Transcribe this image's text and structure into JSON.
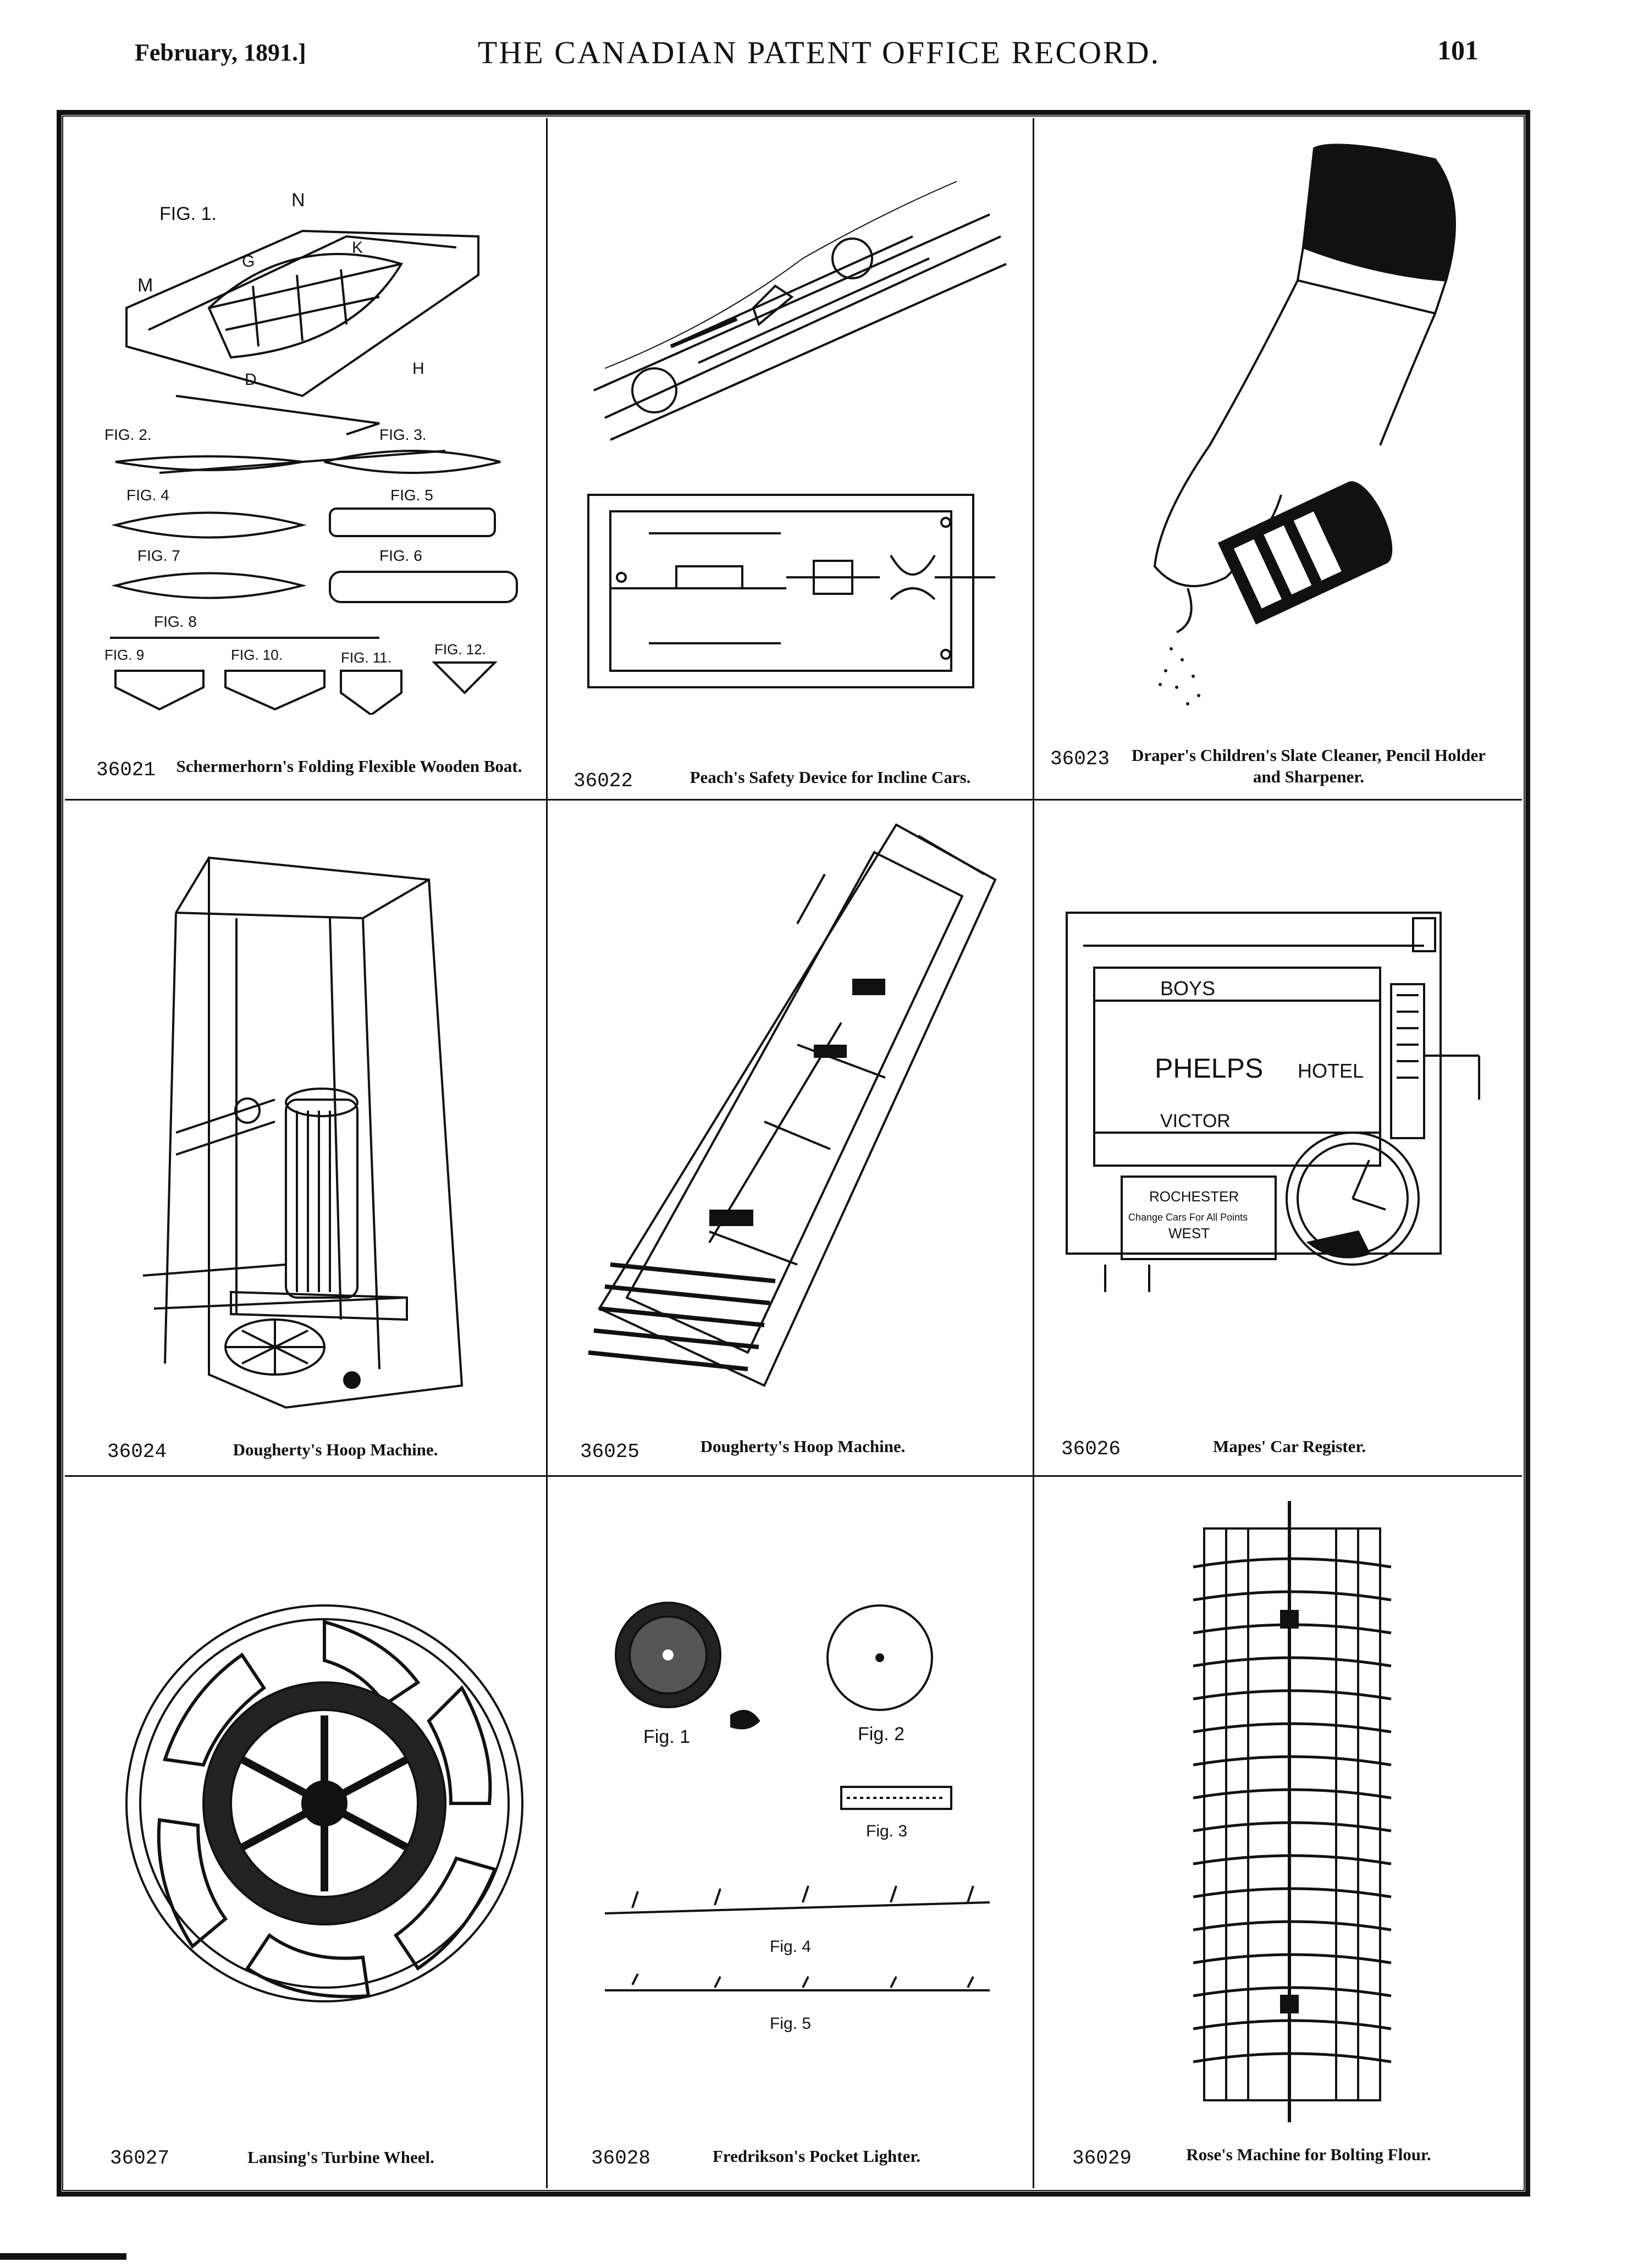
{
  "header": {
    "date": "February, 1891.]",
    "title": "THE CANADIAN PATENT OFFICE RECORD.",
    "page_number": "101"
  },
  "patents": [
    {
      "number": "36021",
      "caption": "Schermerhorn's Folding Flexible Wooden Boat."
    },
    {
      "number": "36022",
      "caption": "Peach's Safety Device for Incline Cars."
    },
    {
      "number": "36023",
      "caption": "Draper's Children's Slate Cleaner, Pencil Holder and Sharpener."
    },
    {
      "number": "36024",
      "caption": "Dougherty's Hoop Machine."
    },
    {
      "number": "36025",
      "caption": "Dougherty's Hoop Machine."
    },
    {
      "number": "36026",
      "caption": "Mapes' Car Register."
    },
    {
      "number": "36027",
      "caption": "Lansing's Turbine Wheel."
    },
    {
      "number": "36028",
      "caption": "Fredrikson's Pocket Lighter."
    },
    {
      "number": "36029",
      "caption": "Rose's Machine for Bolting Flour."
    }
  ],
  "figure_labels": {
    "boat": [
      "FIG. 1.",
      "FIG. 2.",
      "FIG. 3.",
      "FIG. 4",
      "FIG. 5",
      "FIG. 7",
      "FIG. 6",
      "FIG. 8",
      "FIG. 9",
      "FIG. 10.",
      "FIG. 11.",
      "FIG. 12."
    ],
    "register_sign": [
      "BOYS",
      "PHELPS",
      "HOTEL",
      "VICTOR",
      "ROCHESTER",
      "Change Cars For All Points",
      "WEST"
    ],
    "lighter": [
      "Fig. 1",
      "Fig. 2",
      "Fig. 3",
      "Fig. 4",
      "Fig. 5"
    ]
  },
  "colors": {
    "ink": "#111111",
    "paper": "#ffffff"
  }
}
